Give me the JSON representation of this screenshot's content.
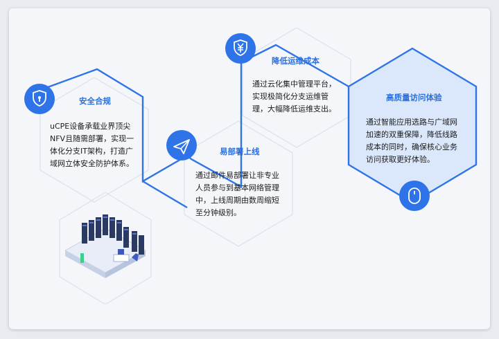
{
  "colors": {
    "accent": "#2e74e8",
    "hex_stroke_light": "#dde2ea",
    "highlight_fill": "#dbe8fb",
    "text": "#1c1c1c"
  },
  "items": [
    {
      "icon": "shield-icon",
      "title": "安全合规",
      "lines": [
        "uCPE设备承载业界顶尖",
        "NFV且随需部署，实现一",
        "体化分支IT架构，打造广",
        "域网立体安全防护体系。"
      ]
    },
    {
      "icon": "send-icon",
      "title": "易部署上线",
      "lines": [
        "通过邮件易部署让非专业",
        "人员参与到基本网络管理",
        "中，上线周期由数周缩短",
        "至分钟级别。"
      ]
    },
    {
      "icon": "yen-shield-icon",
      "title": "降低运维成本",
      "lines": [
        "通过云化集中管理平台，",
        "实现极简化分支运维管",
        "理，大幅降低运维支出。"
      ]
    },
    {
      "icon": "mouse-icon",
      "title": "高质量访问体验",
      "lines": [
        "通过智能应用选路与广域网",
        "加速的双重保障，降低线路",
        "成本的同时，确保核心业务",
        "访问获取更好体验。"
      ]
    }
  ]
}
